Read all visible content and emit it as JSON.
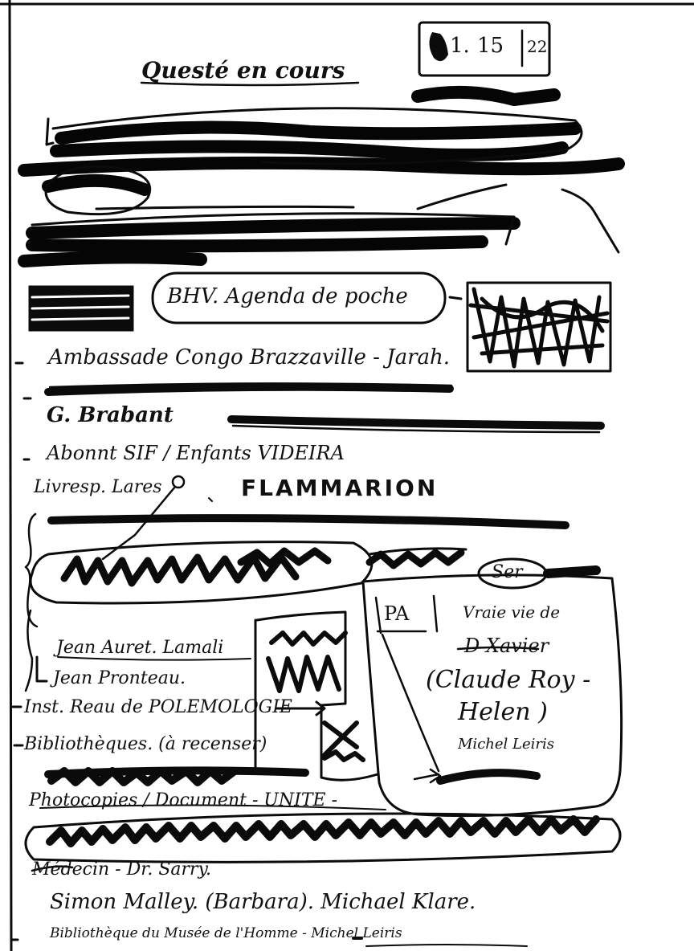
{
  "page": {
    "stamp": {
      "mark": "1.",
      "number": "15",
      "count": "22"
    },
    "title": "Questé en cours"
  },
  "lines": {
    "bhv": "BHV. Agenda de poche",
    "ambassade": "Ambassade Congo Brazzaville - Jarah.",
    "brabant": "G. Brabant",
    "abonnement": "Abonnt SIF / Enfants VIDEIRA",
    "livresp": "Livresp. Lares",
    "flammarion": "FLAMMARION",
    "jean_auret": "Jean Auret. Lamali",
    "jean_pronteau": "Jean Pronteau.",
    "institut": "Inst. Reau de POLEMOLOGIE",
    "bibliotheques": "Bibliothèques. (à recenser)",
    "photocopies": "Photocopies / Document - UNITE -",
    "medecin": "Médecin - Dr. Sarry.",
    "simon": "Simon Malley. (Barbara). Michael Klare.",
    "bibliotheque_musee": "Bibliothèque du Musée de l'Homme - Michel Leiris",
    "ser": "Ser",
    "pa": "PA",
    "vraie_vie": "Vraie vie de",
    "d_xavier": "D Xavier",
    "claude_roy": "(Claude Roy -",
    "helen": "Helen )",
    "michel_leiris": "Michel Leiris"
  }
}
